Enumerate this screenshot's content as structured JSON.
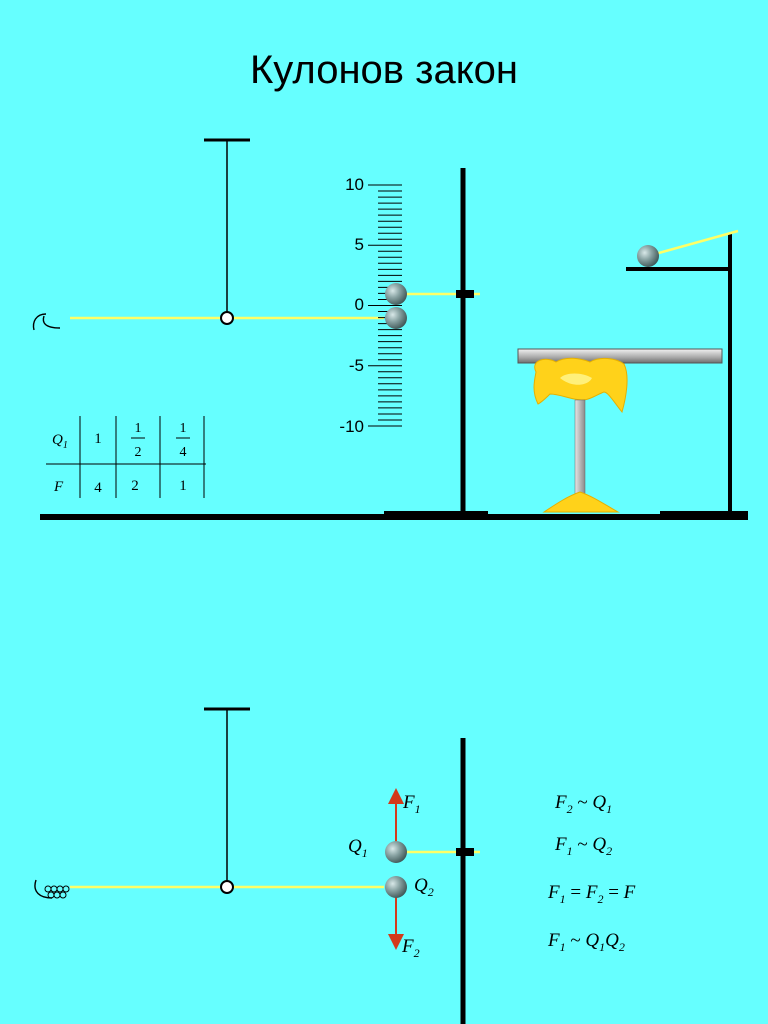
{
  "title": "Кулонов закон",
  "scale": {
    "labels": [
      "10",
      "5",
      "0",
      "-5",
      "-10"
    ],
    "values": [
      10,
      5,
      0,
      -5,
      -10
    ],
    "range": [
      -10,
      10
    ]
  },
  "pointer_value": 0,
  "table": {
    "row1_header": "Q",
    "row1_header_sub": "1",
    "row1_values": [
      "1"
    ],
    "row1_fractions": [
      {
        "num": "1",
        "den": "2"
      },
      {
        "num": "1",
        "den": "4"
      }
    ],
    "row2_header": "F",
    "row2_values": [
      "4",
      "2",
      "1"
    ]
  },
  "labels": {
    "F1": {
      "main": "F",
      "sub": "1"
    },
    "F2": {
      "main": "F",
      "sub": "2"
    },
    "Q1": {
      "main": "Q",
      "sub": "1"
    },
    "Q2": {
      "main": "Q",
      "sub": "2"
    }
  },
  "equations": {
    "eq1": {
      "a": "F",
      "a_sub": "2",
      "op": " ~ ",
      "b": "Q",
      "b_sub": "1"
    },
    "eq2": {
      "a": "F",
      "a_sub": "1",
      "op": " ~ ",
      "b": "Q",
      "b_sub": "2"
    },
    "eq3": {
      "a": "F",
      "a_sub": "1",
      "op1": " = ",
      "b": "F",
      "b_sub": "2",
      "op2": " = ",
      "c": "F"
    },
    "eq4": {
      "a": "F",
      "a_sub": "1",
      "op": " ~ ",
      "b": "Q",
      "b_sub": "1",
      "c": "Q",
      "c_sub": "2"
    }
  },
  "colors": {
    "background": "#66ffff",
    "thread": "#ffff66",
    "arrow": "#d33a1a",
    "flame": "#ffd21a",
    "ball": "#7f9a9a"
  }
}
